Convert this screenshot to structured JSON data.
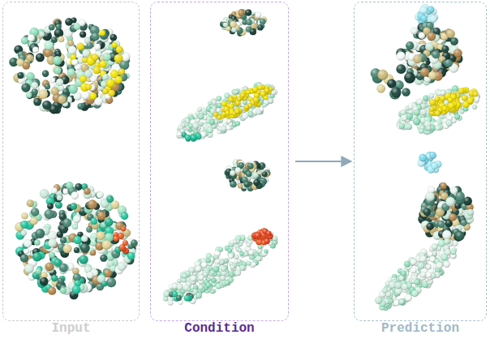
{
  "diagram": {
    "nodes": [
      {
        "text": [
          "Input"
        ]
      },
      {
        "text": [
          "Condition"
        ]
      },
      {
        "text": [
          "Prediction"
        ]
      }
    ],
    "edges": [
      {
        "from": 1,
        "to": 2,
        "arrow": "to"
      }
    ]
  }
}
